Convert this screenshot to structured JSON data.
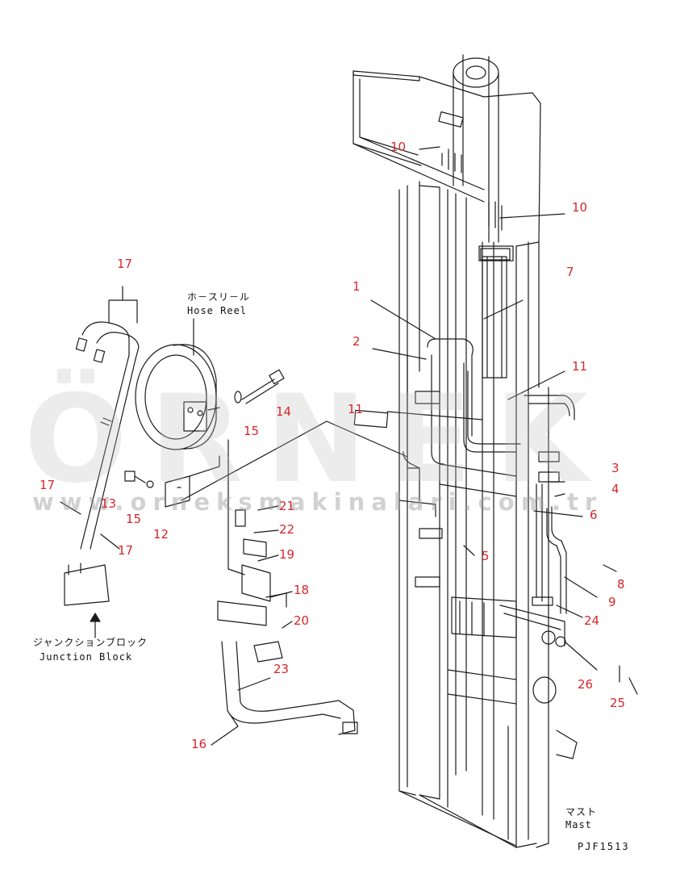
{
  "diagram": {
    "callouts": {
      "c1": "1",
      "c2": "2",
      "c3": "3",
      "c4": "4",
      "c5": "5",
      "c6": "6",
      "c7": "7",
      "c8": "8",
      "c9": "9",
      "c10a": "10",
      "c10b": "10",
      "c11a": "11",
      "c11b": "11",
      "c12": "12",
      "c13": "13",
      "c14": "14",
      "c15a": "15",
      "c15b": "15",
      "c16": "16",
      "c17a": "17",
      "c17b": "17",
      "c17c": "17",
      "c18": "18",
      "c19": "19",
      "c20": "20",
      "c21": "21",
      "c22": "22",
      "c23": "23",
      "c24": "24",
      "c25": "25",
      "c26": "26"
    },
    "labels": {
      "hose_reel_jp": "ホ－スリ－ル",
      "hose_reel_en": "Hose Reel",
      "junction_block_jp": "ジャンクションブロック",
      "junction_block_en": "Junction Block",
      "mast_jp": "マスト",
      "mast_en": "Mast"
    },
    "drawing_code": "PJF1513",
    "watermark": {
      "brand": "ÖRNEK",
      "url": "www.orneksmakinalari.com.tr"
    },
    "colors": {
      "line": "#1a1a1a",
      "callout": "#d7262b",
      "watermark": "#bdbdbd",
      "accent": "#f2c300"
    }
  }
}
